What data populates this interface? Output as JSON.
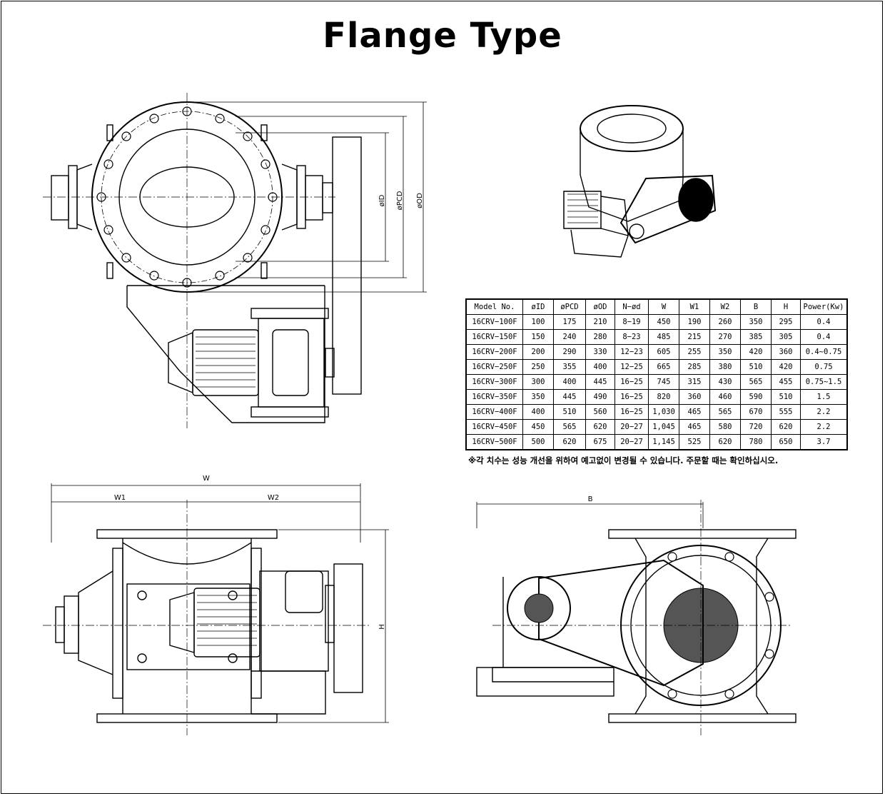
{
  "title": "Flange Type",
  "dim_labels": {
    "id": "øID",
    "pcd": "øPCD",
    "od": "øOD",
    "w": "W",
    "w1": "W1",
    "w2": "W2",
    "h": "H",
    "b": "B"
  },
  "table": {
    "headers": [
      "Model No.",
      "øID",
      "øPCD",
      "øOD",
      "N−ød",
      "W",
      "W1",
      "W2",
      "B",
      "H",
      "Power(Kw)"
    ],
    "rows": [
      [
        "16CRV−100F",
        "100",
        "175",
        "210",
        "8−19",
        "450",
        "190",
        "260",
        "350",
        "295",
        "0.4"
      ],
      [
        "16CRV−150F",
        "150",
        "240",
        "280",
        "8−23",
        "485",
        "215",
        "270",
        "385",
        "305",
        "0.4"
      ],
      [
        "16CRV−200F",
        "200",
        "290",
        "330",
        "12−23",
        "605",
        "255",
        "350",
        "420",
        "360",
        "0.4~0.75"
      ],
      [
        "16CRV−250F",
        "250",
        "355",
        "400",
        "12−25",
        "665",
        "285",
        "380",
        "510",
        "420",
        "0.75"
      ],
      [
        "16CRV−300F",
        "300",
        "400",
        "445",
        "16−25",
        "745",
        "315",
        "430",
        "565",
        "455",
        "0.75~1.5"
      ],
      [
        "16CRV−350F",
        "350",
        "445",
        "490",
        "16−25",
        "820",
        "360",
        "460",
        "590",
        "510",
        "1.5"
      ],
      [
        "16CRV−400F",
        "400",
        "510",
        "560",
        "16−25",
        "1,030",
        "465",
        "565",
        "670",
        "555",
        "2.2"
      ],
      [
        "16CRV−450F",
        "450",
        "565",
        "620",
        "20−27",
        "1,045",
        "465",
        "580",
        "720",
        "620",
        "2.2"
      ],
      [
        "16CRV−500F",
        "500",
        "620",
        "675",
        "20−27",
        "1,145",
        "525",
        "620",
        "780",
        "650",
        "3.7"
      ]
    ]
  },
  "note": "※각 치수는 성능 개선을 위하여 예고없이 변경될 수 있습니다. 주문할 때는 확인하십시오."
}
